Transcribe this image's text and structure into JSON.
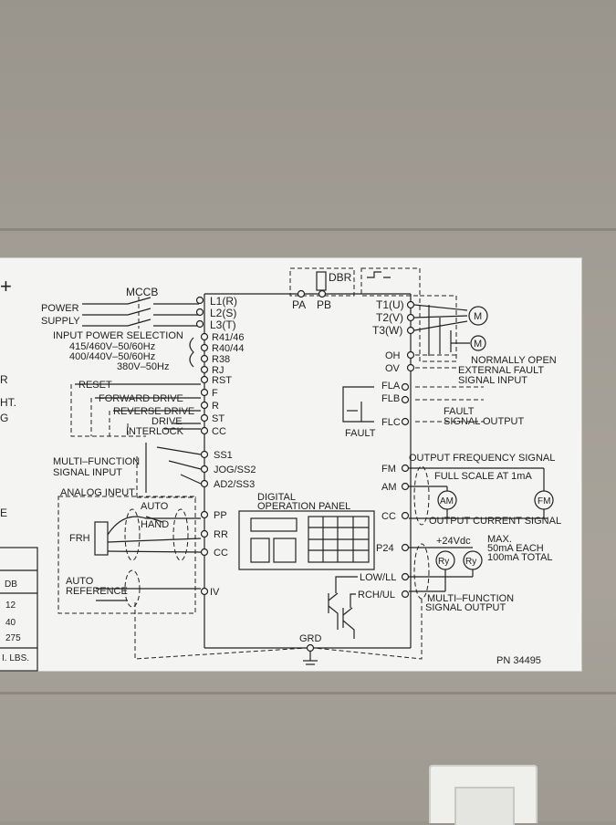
{
  "diagram": {
    "left_edge_symbol": "+",
    "left_edge_fragments": [
      "R",
      "HT.",
      "G",
      "E"
    ],
    "breaker": "MCCB",
    "power_supply": [
      "POWER",
      "SUPPLY"
    ],
    "input_terminals": [
      "L1(R)",
      "L2(S)",
      "L3(T)"
    ],
    "input_power_selection": "INPUT POWER SELECTION",
    "voltage_options": [
      "415/460V–50/60Hz",
      "400/440V–50/60Hz",
      "380V–50Hz"
    ],
    "voltage_terminals": [
      "R41/46",
      "R40/44",
      "R38",
      "RJ"
    ],
    "dbr": "DBR",
    "dbr_terminals": [
      "PA",
      "PB"
    ],
    "output_terminals": [
      "T1(U)",
      "T2(V)",
      "T3(W)"
    ],
    "motor_symbol": "M",
    "oh_ov": [
      "OH",
      "OV"
    ],
    "external_fault": [
      "NORMALLY OPEN",
      "EXTERNAL FAULT",
      "SIGNAL INPUT"
    ],
    "control_terminals": [
      "RST",
      "F",
      "R",
      "ST",
      "CC"
    ],
    "control_inputs": [
      "RESET",
      "FORWARD DRIVE",
      "REVERSE DRIVE",
      "DRIVE",
      "INTERLOCK"
    ],
    "fault_terminals": [
      "FLA",
      "FLB",
      "FLC"
    ],
    "fault": "FAULT",
    "fault_output": [
      "FAULT",
      "SIGNAL OUTPUT"
    ],
    "multi_function_input": [
      "MULTI–FUNCTION",
      "SIGNAL INPUT"
    ],
    "ss_terminals": [
      "SS1",
      "JOG/SS2",
      "AD2/SS3"
    ],
    "digital_panel": [
      "DIGITAL",
      "OPERATION PANEL"
    ],
    "output_frequency_signal": "OUTPUT FREQUENCY SIGNAL",
    "fm_am": [
      "FM",
      "AM"
    ],
    "full_scale": "FULL SCALE AT 1mA",
    "meters": [
      "AM",
      "FM"
    ],
    "output_current_signal": "OUTPUT CURRENT SIGNAL",
    "analog_input": "ANALOG INPUT",
    "auto": "AUTO",
    "hand": "HAND",
    "frh": "FRH",
    "analog_terminals": [
      "PP",
      "RR",
      "CC",
      "IV"
    ],
    "auto_reference": [
      "AUTO",
      "REFERENCE"
    ],
    "cc_right": "CC",
    "p24": "P24",
    "vdc": "+24Vdc",
    "relay": "Ry",
    "max_spec": [
      "MAX.",
      "50mA EACH",
      "100mA TOTAL"
    ],
    "low_rch": [
      "LOW/LL",
      "RCH/UL"
    ],
    "multi_function_output": [
      "MULTI–FUNCTION",
      "SIGNAL OUTPUT"
    ],
    "ground": "GRD",
    "part_number": "PN 34495",
    "table_fragments": [
      "DB",
      "12",
      "40",
      "275",
      "I. LBS."
    ]
  }
}
